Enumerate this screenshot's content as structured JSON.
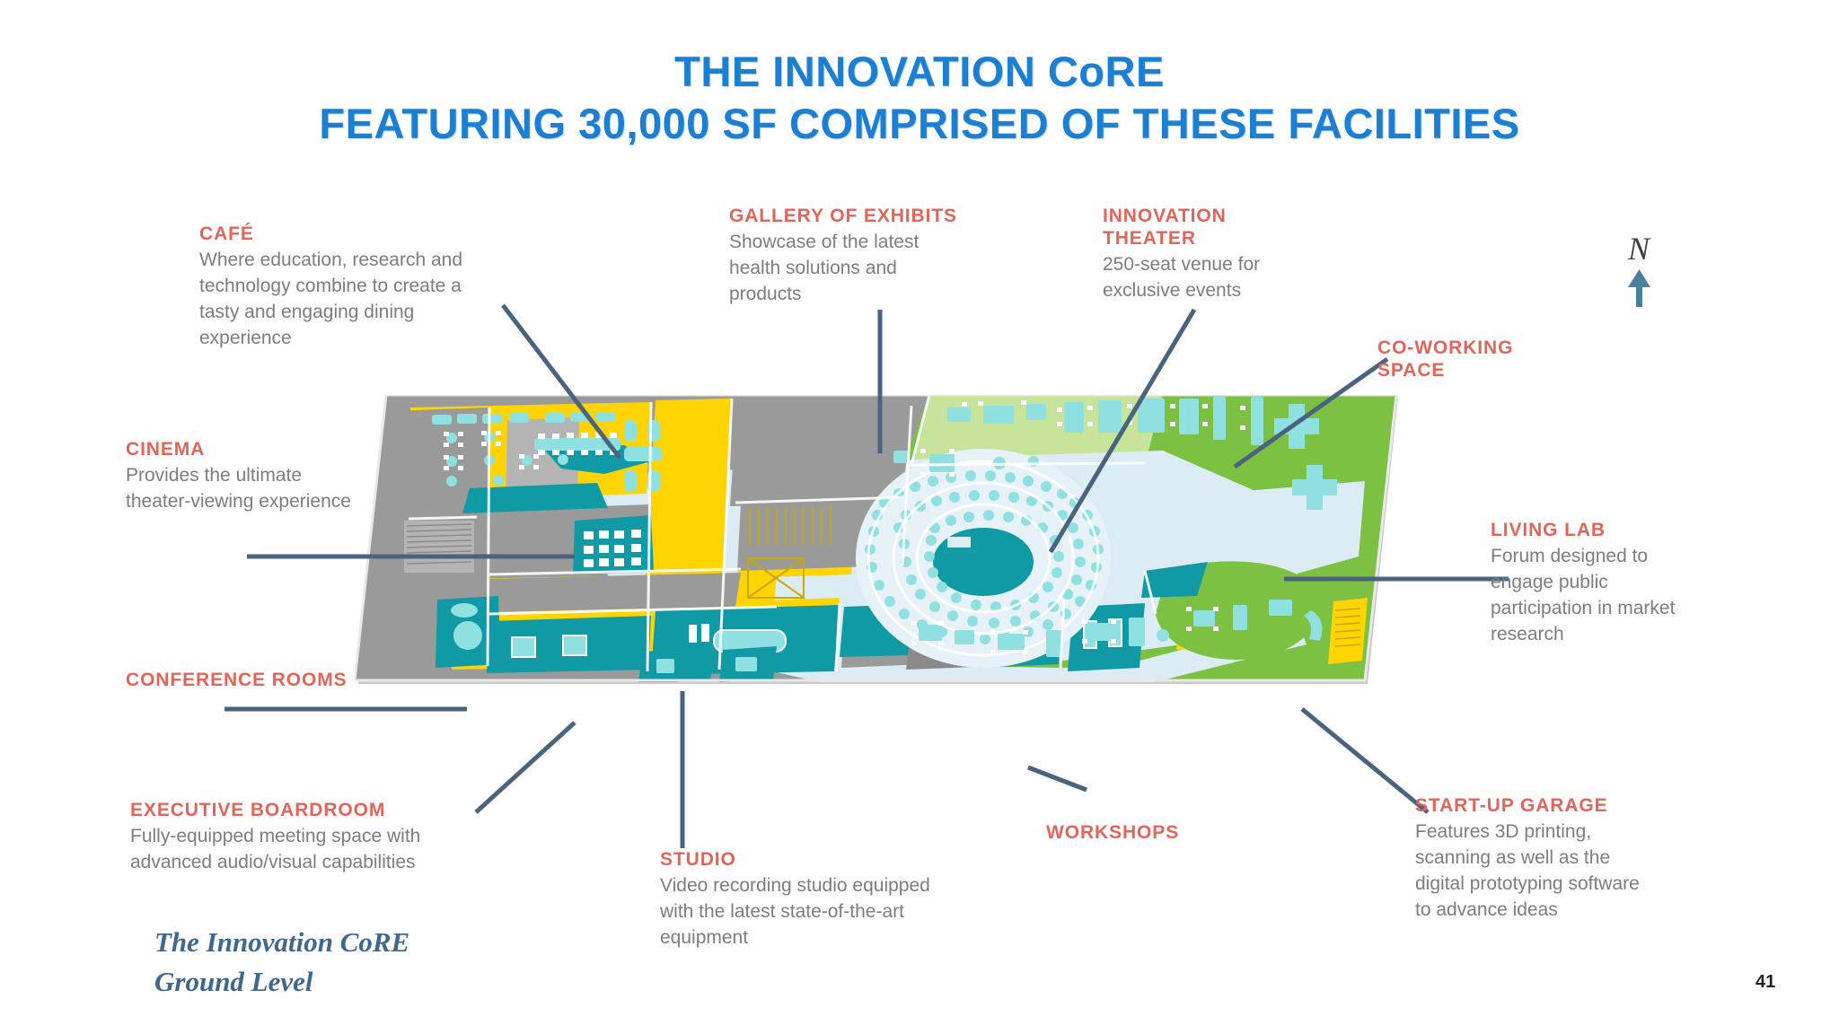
{
  "title": {
    "line1": "THE INNOVATION CoRE",
    "line2": "FEATURING 30,000 SF COMPRISED OF THESE FACILITIES",
    "color": "#1b7fd4"
  },
  "callouts": [
    {
      "id": "cafe",
      "title": "CAFÉ",
      "body": "Where education, research and technology combine to create a tasty and engaging dining experience"
    },
    {
      "id": "cinema",
      "title": "CINEMA",
      "body": "Provides the ultimate theater-viewing experience"
    },
    {
      "id": "conference-rooms",
      "title": "CONFERENCE ROOMS",
      "body": ""
    },
    {
      "id": "executive-boardroom",
      "title": "EXECUTIVE BOARDROOM",
      "body": "Fully-equipped meeting space with advanced audio/visual capabilities"
    },
    {
      "id": "gallery-of-exhibits",
      "title": "GALLERY OF EXHIBITS",
      "body": "Showcase of the latest health solutions and products"
    },
    {
      "id": "innovation-theater",
      "title": "INNOVATION THEATER",
      "body": "250-seat venue for exclusive events"
    },
    {
      "id": "co-working-space",
      "title": "CO-WORKING SPACE",
      "body": ""
    },
    {
      "id": "living-lab",
      "title": "LIVING LAB",
      "body": "Forum designed to engage public participation in market research"
    },
    {
      "id": "start-up-garage",
      "title": "START-UP GARAGE",
      "body": "Features 3D printing, scanning as well as the digital prototyping software to advance ideas"
    },
    {
      "id": "workshops",
      "title": "WORKSHOPS",
      "body": ""
    },
    {
      "id": "studio",
      "title": "STUDIO",
      "body": "Video recording studio equipped with the latest state-of-the-art equipment"
    }
  ],
  "compass": {
    "label": "N",
    "icon": "north-arrow-icon"
  },
  "caption": {
    "line1": "The Innovation CoRE",
    "line2": "Ground Level"
  },
  "page_number": "41",
  "palette": {
    "title_blue": "#1b7fd4",
    "label_red": "#e2655a",
    "body_gray": "#7d7d7d",
    "leader_line": "#4a6customize",
    "plan_yellow": "#ffd400",
    "plan_teal": "#0f9aa6",
    "plan_light_teal": "#8fe0e0",
    "plan_gray": "#9a9a9a",
    "plan_green": "#7cc142",
    "plan_light_blue": "#d6e9f2",
    "caption_blue": "#3e688c"
  }
}
